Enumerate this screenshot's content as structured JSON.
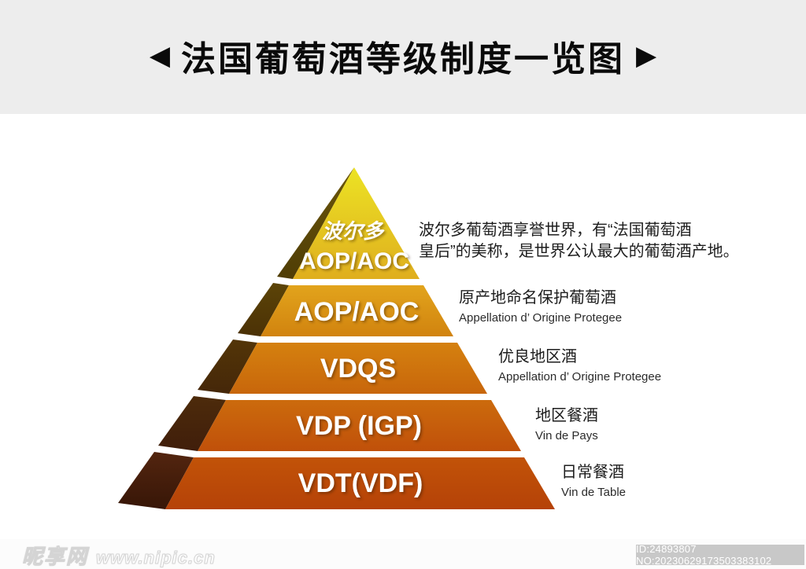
{
  "header": {
    "arrow_left": "◀",
    "title": "法国葡萄酒等级制度一览图",
    "arrow_right": "▶"
  },
  "pyramid": {
    "type": "pyramid-hierarchy",
    "levels_top_to_bottom": [
      "波尔多 AOP/AOC",
      "AOP/AOC",
      "VDQS",
      "VDP (IGP)",
      "VDT(VDF)"
    ],
    "tiers": [
      {
        "id": "bordeaux",
        "region_label": "波尔多",
        "label": "AOP/AOC",
        "front_top": "#ece324",
        "front_bottom": "#dfae1e",
        "side_top": "#6a550a",
        "side_bottom": "#4f3d06"
      },
      {
        "id": "aop",
        "label": "AOP/AOC",
        "front_top": "#e2a41c",
        "front_bottom": "#d1830f",
        "side_top": "#5c4407",
        "side_bottom": "#4b3106"
      },
      {
        "id": "vdqs",
        "label": "VDQS",
        "front_top": "#d5810f",
        "front_bottom": "#c8660b",
        "side_top": "#533508",
        "side_bottom": "#452709"
      },
      {
        "id": "vdp",
        "label": "VDP (IGP)",
        "front_top": "#cc6b0d",
        "front_bottom": "#c0500a",
        "side_top": "#4d2b0b",
        "side_bottom": "#401e0b"
      },
      {
        "id": "vdt",
        "label": "VDT(VDF)",
        "front_top": "#c25308",
        "front_bottom": "#b54208",
        "side_top": "#53250f",
        "side_bottom": "#371607"
      }
    ]
  },
  "annotations": {
    "bordeaux": {
      "line1": "波尔多葡萄酒享誉世界，有“法国葡萄酒",
      "line2": "皇后”的美称，是世界公认最大的葡萄酒产地。"
    },
    "aop": {
      "cn": "原产地命名保护葡萄酒",
      "latin": "Appellation d’ Origine Protegee"
    },
    "vdqs": {
      "cn": "优良地区酒",
      "latin": "Appellation d’ Origine Protegee"
    },
    "vdp": {
      "cn": "地区餐酒",
      "latin": "Vin de Pays"
    },
    "vdt": {
      "cn": "日常餐酒",
      "latin": "Vin de Table"
    }
  },
  "footer": {
    "watermark_logo": "昵享网",
    "watermark_url": "www.nipic.cn",
    "id_text": "ID:24893807 NO:20230629173503383102"
  }
}
